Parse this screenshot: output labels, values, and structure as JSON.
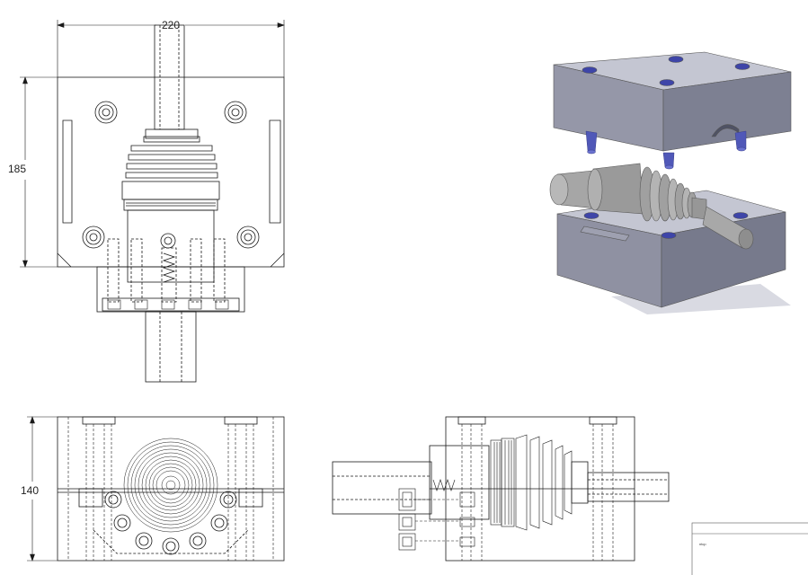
{
  "dimensions": {
    "width": "220",
    "height_front": "185",
    "height_side": "140"
  },
  "title_block": {
    "text": "ntcp"
  },
  "colors": {
    "line": "#1a1a1a",
    "hidden": "#333333",
    "mold_body": "#8a8d9e",
    "mold_top": "#c4c6d2",
    "mold_side": "#6f7283",
    "pin": "#5058b8",
    "hole": "#3e45a8",
    "shaft": "#a6a6a6"
  },
  "icons": [
    "title-block-icon"
  ]
}
